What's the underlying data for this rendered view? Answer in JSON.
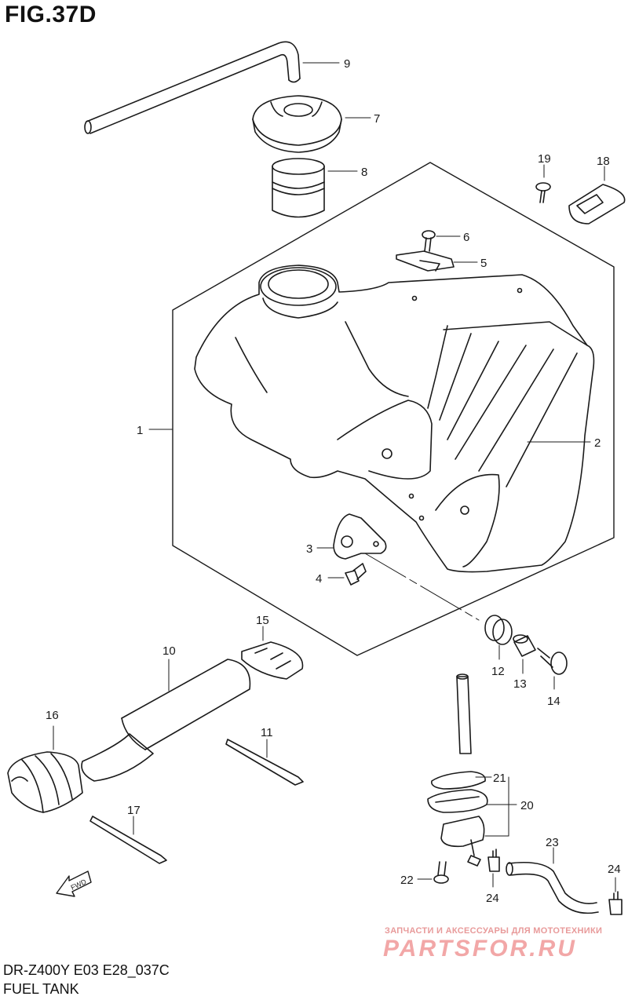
{
  "figure": {
    "title": "FIG.37D",
    "model_code": "DR-Z400Y E03 E28_037C",
    "name": "FUEL TANK"
  },
  "callouts": [
    "1",
    "2",
    "3",
    "4",
    "5",
    "6",
    "7",
    "8",
    "9",
    "10",
    "11",
    "12",
    "13",
    "14",
    "15",
    "16",
    "17",
    "18",
    "19",
    "20",
    "21",
    "22",
    "23",
    "24",
    "24"
  ],
  "direction_label": "FWD",
  "watermark": {
    "line1": "ЗАПЧАСТИ И АКСЕССУАРЫ ДЛЯ МОТОТЕХНИКИ",
    "line2": "PARTSFOR.RU"
  },
  "colors": {
    "line": "#1a1a1a",
    "watermark": "#f2a7a7"
  }
}
